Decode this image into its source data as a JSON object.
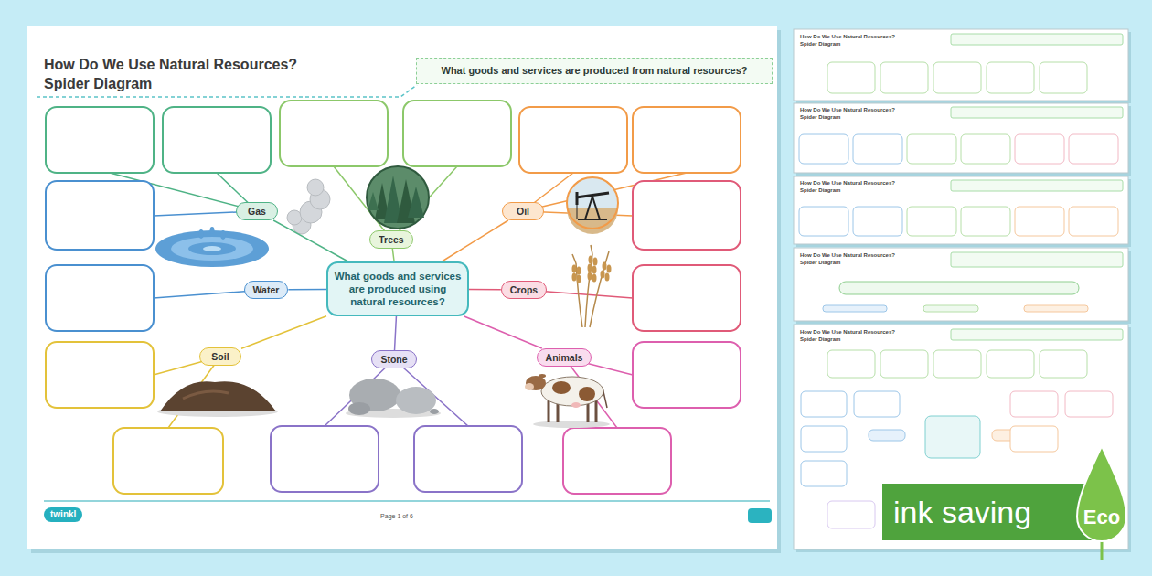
{
  "diagram": {
    "title": "How Do We Use Natural Resources? Spider Diagram",
    "nodes": [
      {
        "text": [
          "What goods and services are produced from natural resources?"
        ]
      },
      {
        "text": [
          "Gas"
        ]
      },
      {
        "text": [
          "Oil"
        ]
      },
      {
        "text": [
          "Trees"
        ]
      },
      {
        "text": [
          "Water"
        ]
      },
      {
        "text": [
          "What goods and services are produced using natural resources?"
        ]
      },
      {
        "text": [
          "Crops"
        ]
      },
      {
        "text": [
          "Soil"
        ]
      },
      {
        "text": [
          "Animals"
        ]
      },
      {
        "text": [
          "Stone"
        ]
      }
    ],
    "edges": [
      {
        "from": 5,
        "to": 1,
        "arrow": "none"
      },
      {
        "from": 5,
        "to": 2,
        "arrow": "none"
      },
      {
        "from": 5,
        "to": 3,
        "arrow": "none"
      },
      {
        "from": 5,
        "to": 4,
        "arrow": "none"
      },
      {
        "from": 5,
        "to": 6,
        "arrow": "none"
      },
      {
        "from": 5,
        "to": 7,
        "arrow": "none"
      },
      {
        "from": 5,
        "to": 8,
        "arrow": "none"
      },
      {
        "from": 5,
        "to": 9,
        "arrow": "none"
      }
    ],
    "labels": [
      "twinkl",
      "Page 1 of 6",
      "How Do We Use Natural Resources? Spider Diagram",
      "How Do We Use Natural Resources? Spider Diagram",
      "How Do We Use Natural Resources? Spider Diagram",
      "How Do We Use Natural Resources? Spider Diagram",
      "How Do We Use Natural Resources? Spider Diagram",
      "ink saving",
      "Eco"
    ]
  }
}
